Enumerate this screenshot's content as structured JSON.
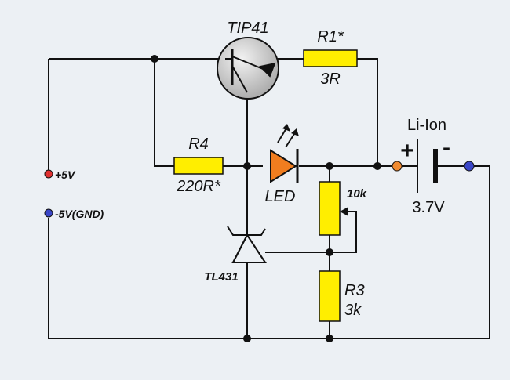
{
  "components": {
    "transistor": {
      "name": "TIP41"
    },
    "r1": {
      "name": "R1*",
      "value": "3R"
    },
    "r4": {
      "name": "R4",
      "value": "220R*"
    },
    "led": {
      "name": "LED"
    },
    "pot": {
      "value": "10k"
    },
    "r3": {
      "name": "R3",
      "value": "3k"
    },
    "regulator": {
      "name": "TL431"
    },
    "battery": {
      "type": "Li-Ion",
      "voltage": "3.7V",
      "plus": "+",
      "minus": "-"
    }
  },
  "terminals": {
    "pos": "+5V",
    "gnd": "-5V(GND)"
  },
  "colors": {
    "wire": "#111111",
    "resistor": "#ffee00",
    "led": "#f07d1f",
    "transistor_body": "#c4c4c4",
    "pos_terminal": "#e03030",
    "gnd_terminal": "#3a46c8",
    "battery_pos_terminal": "#f08a30",
    "background": "#ecf0f4"
  }
}
